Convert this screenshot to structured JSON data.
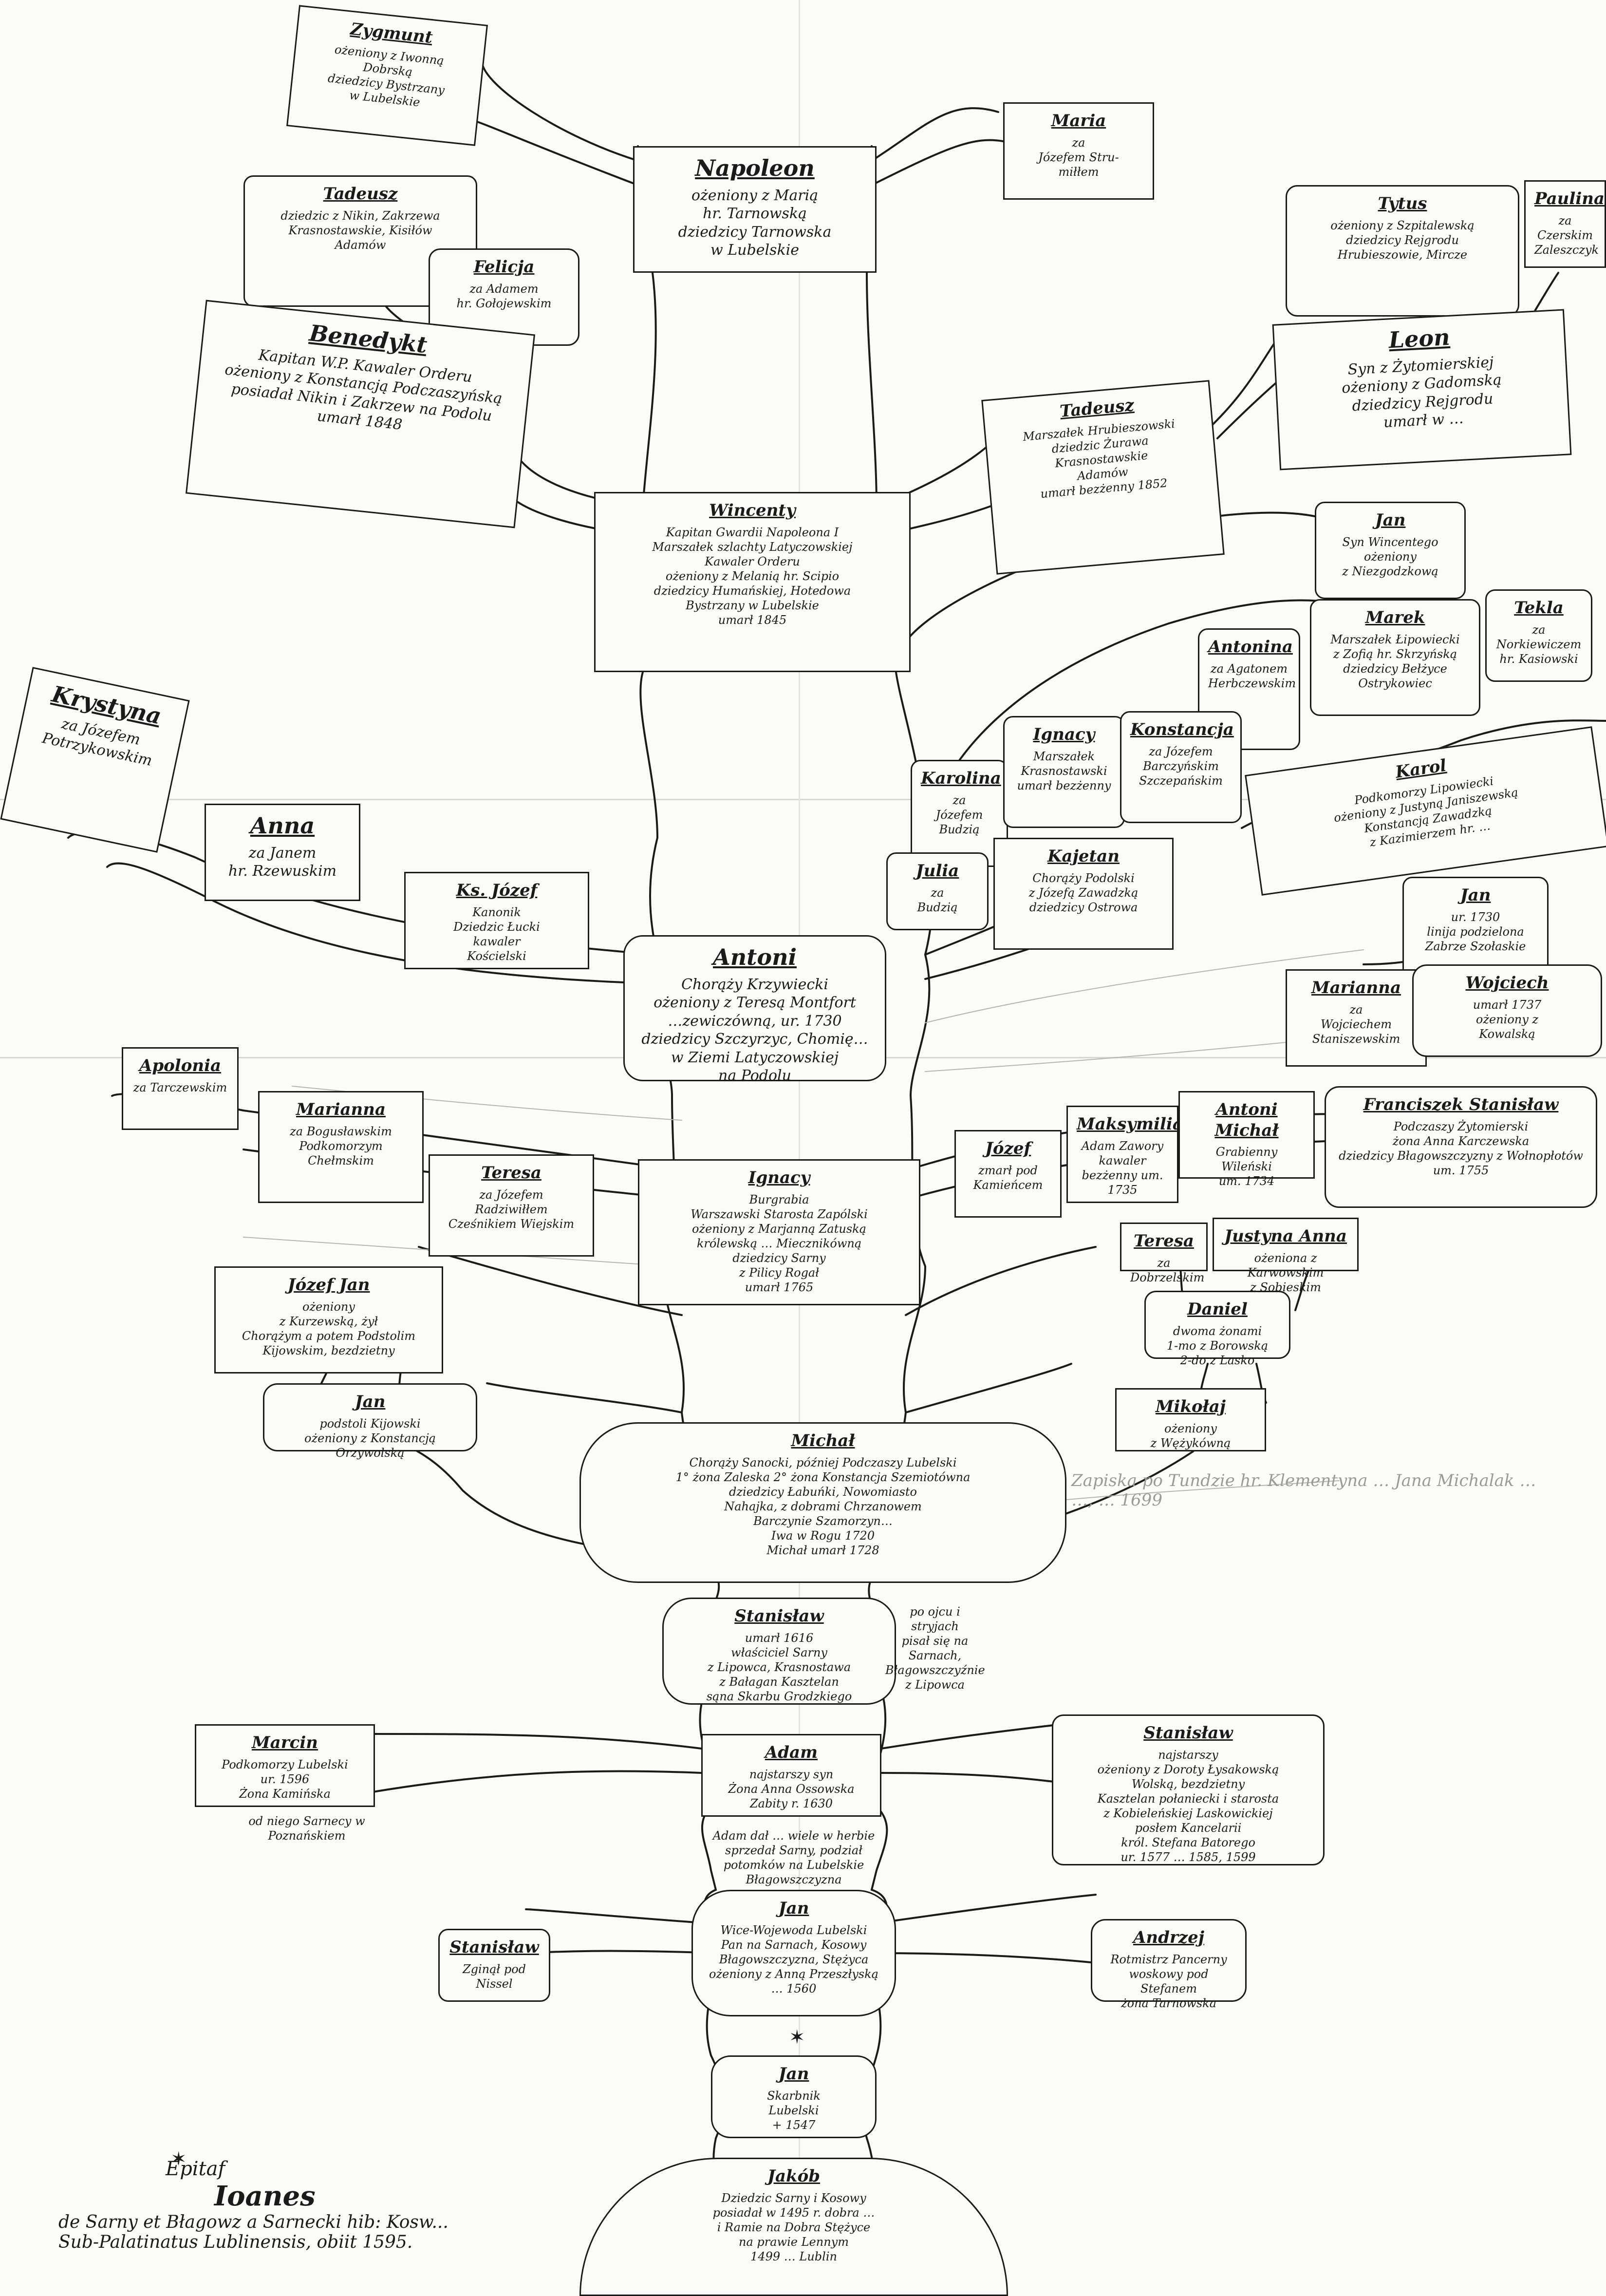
{
  "document": {
    "epitaph": {
      "title": "Epitaf",
      "name": "Ioanes",
      "line1": "de Sarny et Błagowz a Sarnecki hib: Kosw...",
      "line2": "Sub-Palatinatus Lublinensis, obiit 1595."
    },
    "nodes": {
      "zygmunt": {
        "name": "Zygmunt",
        "text": "ożeniony z Iwonną\nDobrską\ndziedzicy Bystrzany\nw Lubelskie"
      },
      "maria": {
        "name": "Maria",
        "text": "za\nJózefem Stru-\nmiłłem"
      },
      "napoleon": {
        "name": "Napoleon",
        "text": "ożeniony z Marią\nhr. Tarnowską\ndziedzicy Tarnowska\nw Lubelskie"
      },
      "tadeusz_top": {
        "name": "Tadeusz",
        "text": "dziedzic z Nikin, Zakrzewa\nKrasnostawskie, Kisiłów\nAdamów"
      },
      "felicja": {
        "name": "Felicja",
        "text": "za Adamem\nhr. Gołojewskim"
      },
      "tytus": {
        "name": "Tytus",
        "text": "ożeniony z Szpitalewską\ndziedzicy Rejgrodu\nHrubieszowie, Mircze"
      },
      "paulina": {
        "name": "Paulina",
        "text": "za\nCzerskim\nZaleszczyk"
      },
      "benedykt": {
        "name": "Benedykt",
        "text": "Kapitan W.P. Kawaler Orderu\nożeniony z Konstancją Podczaszyńską\nposiadał Nikin i Zakrzew na Podolu\numarł 1848"
      },
      "leon": {
        "name": "Leon",
        "text": "Syn z Żytomierskiej\nożeniony z Gadomską\ndziedzicy Rejgrodu\numarł w …"
      },
      "tadeusz_mid": {
        "name": "Tadeusz",
        "text": "Marszałek Hrubieszowski\ndziedzic Żurawa\nKrasnostawskie\nAdamów\numarł bezżenny 1852"
      },
      "wincenty": {
        "name": "Wincenty",
        "text": "Kapitan Gwardii Napoleona I\nMarszałek szlachty Latyczowskiej\nKawaler Orderu\nożeniony z Melanią hr. Scipio\ndziedzicy Humańskiej, Hotedowa\nBystrzany w Lubelskie\numarł 1845"
      },
      "jan_top": {
        "name": "Jan",
        "text": "Syn Wincentego\nożeniony\nz Niezgodzkową"
      },
      "marek": {
        "name": "Marek",
        "text": "Marszałek Łipowiecki\nz Zofią hr. Skrzyńską\ndziedzicy Bełżyce\nOstrykowiec"
      },
      "antonina": {
        "name": "Antonina",
        "text": "za Agatonem\nHerbczewskim"
      },
      "tekla": {
        "name": "Tekla",
        "text": "za\nNorkiewiczem\nhr. Kasiowski"
      },
      "krystyna": {
        "name": "Krystyna",
        "text": "za Józefem\nPotrzykowskim"
      },
      "karolina": {
        "name": "Karolina",
        "text": "za\nJózefem\nBudzią"
      },
      "ignacy_upper": {
        "name": "Ignacy",
        "text": "Marszałek\nKrasnostawski\numarł bezżenny"
      },
      "konstancja": {
        "name": "Konstancja",
        "text": "za Józefem\nBarczyńskim\nSzczepańskim"
      },
      "karol": {
        "name": "Karol",
        "text": "Podkomorzy Lipowiecki\nożeniony z Justyną Janiszewską\nKonstancją Zawadzką\nz Kazimierzem hr. …"
      },
      "anna": {
        "name": "Anna",
        "text": "za Janem\nhr. Rzewuskim"
      },
      "kj_jozef": {
        "name": "Ks. Józef",
        "text": "Kanonik\nDziedzic Łucki\nkawaler\nKościelski"
      },
      "julia": {
        "name": "Julia",
        "text": "za\nBudzią"
      },
      "kajetan": {
        "name": "Kajetan",
        "text": "Chorąży Podolski\nz Józefą Zawadzką\ndziedzicy Ostrowa"
      },
      "jan_right": {
        "name": "Jan",
        "text": "ur. 1730\nlinija podzielona\nZabrze Szołaskie"
      },
      "antoni": {
        "name": "Antoni",
        "text": "Chorąży Krzywiecki\nożeniony z Teresą Montfort\n…zewiczówną, ur. 1730\ndziedzicy Szczyrzyc, Chomię…\nw Ziemi Latyczowskiej\nna Podolu"
      },
      "marianna_right": {
        "name": "Marianna",
        "text": "za\nWojciechem\nStaniszewskim"
      },
      "wojciech": {
        "name": "Wojciech",
        "text": "umarł 1737\nożeniony z\nKowalską"
      },
      "apolonia": {
        "name": "Apolonia",
        "text": "za Tarczewskim"
      },
      "marianna_left": {
        "name": "Marianna",
        "text": "za Bogusławskim\nPodkomorzym\nChełmskim"
      },
      "teresa": {
        "name": "Teresa",
        "text": "za Józefem\nRadziwiłłem\nCześnikiem Wiejskim"
      },
      "ignacy": {
        "name": "Ignacy",
        "text": "Burgrabia\nWarszawski Starosta Zapólski\nożeniony z Marjanną Zatuską\nkrólewską … Miecznikówną\ndziedzicy Sarny\nz Pilicy Rogał\numarł 1765"
      },
      "jozef_right": {
        "name": "Józef",
        "text": "zmarł pod\nKamieńcem"
      },
      "maksymilian": {
        "name": "Maksymilian",
        "text": "Adam Zawory\nkawaler\nbezżenny um. 1735"
      },
      "antoni_michal": {
        "name": "Antoni Michał",
        "text": "Grabienny Wileński\num. 1734"
      },
      "franciszek": {
        "name": "Franciszek Stanisław",
        "text": "Podczaszy Żytomierski\nżona Anna Karczewska\ndziedzicy Błagowszczyzny z Wołnopłotów\num. 1755"
      },
      "jozef_jan": {
        "name": "Józef Jan",
        "text": "ożeniony\nz Kurzewską, żył\nChorążym a potem Podstolim\nKijowskim, bezdzietny"
      },
      "teresa_small": {
        "name": "Teresa",
        "text": "za Dobrzelskim"
      },
      "justyna": {
        "name": "Justyna Anna",
        "text": "ożeniona z Karwowskim\nz Sobieskim"
      },
      "daniel": {
        "name": "Daniel",
        "text": "dwoma żonami\n1-mo z Borowską\n2-do z Lasko"
      },
      "jan_podstoli": {
        "name": "Jan",
        "text": "podstoli Kijowski\nożeniony z Konstancją\nOrzywolską"
      },
      "mikolaj": {
        "name": "Mikołaj",
        "text": "ożeniony\nz Wężykówną"
      },
      "michal": {
        "name": "Michał",
        "text": "Chorąży Sanocki, później Podczaszy Lubelski\n1° żona Zaleska  2° żona Konstancja Szemiotówna\ndziedzicy Łabuńki, Nowomiasto\nNahajka, z dobrami Chrzanowem\nBarczynie Szamorzyn…\nIwa w Rogu 1720\nMichał umarł 1728"
      },
      "stanislaw": {
        "name": "Stanisław",
        "text": "umarł 1616\nwłaściciel Sarny\nz Lipowca, Krasnostawa\nz Bałagan Kasztelan\nsąna Skarbu Grodzkiego"
      },
      "stanislaw_note": {
        "name": "",
        "text": "po ojcu i stryjach\npisał się na Sarnach, Błagowszczyźnie\nz Lipowca"
      },
      "marcin": {
        "name": "Marcin",
        "text": "Podkomorzy Lubelski\nur. 1596\nŻona Kamińska"
      },
      "adam": {
        "name": "Adam",
        "text": "najstarszy syn\nŻona Anna Ossowska\nZabity r. 1630"
      },
      "adam_note": {
        "name": "",
        "text": "Adam dał … wiele w herbie\nsprzedał Sarny, podział\npotomków na Lubelskie\nBłagowszczyzna"
      },
      "stanislaw_right": {
        "name": "Stanisław",
        "text": "najstarszy\nożeniony z Doroty Łysakowską\nWolską, bezdzietny\nKasztelan połaniecki i starosta\nz Kobieleńskiej Laskowickiej\nposłem Kancelarii\nkról. Stefana Batorego\nur. 1577 … 1585, 1599"
      },
      "jan_wice": {
        "name": "Jan",
        "text": "Wice-Wojewoda Lubelski\nPan na Sarnach, Kosowy\nBłagowszczyzna, Stężyca\nożeniony z Anną Przeszłyską\n… 1560"
      },
      "stanislaw_low": {
        "name": "Stanisław",
        "text": "Zginął pod\nNissel"
      },
      "andrzej": {
        "name": "Andrzej",
        "text": "Rotmistrz Pancerny\nwoskowy pod Stefanem\nżona Tarnowska"
      },
      "jan_1547": {
        "name": "Jan",
        "text": "Skarbnik\nLubelski\n+ 1547"
      },
      "jakob": {
        "name": "Jakób",
        "text": "Dziedzic Sarny i Kosowy\nposiadał w 1495 r. dobra …\ni Ramie na Dobra Stężyce\nna prawie Lennym\n1499 … Lublin"
      },
      "left_annot": {
        "name": "",
        "text": "od niego Sarnecy w Poznańskiem"
      },
      "pale_note": {
        "name": "",
        "text": "Zapiska po Tundzie hr. Klementyna … Jana Michalak …\n…, … 1699"
      }
    }
  }
}
